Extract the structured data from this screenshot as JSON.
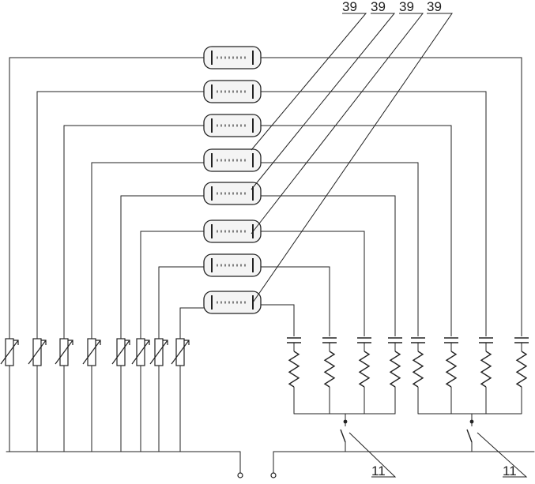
{
  "callouts": {
    "tube_labels": [
      "39",
      "39",
      "39",
      "39"
    ],
    "switch_labels": [
      "11",
      "11"
    ]
  },
  "components": {
    "tube_count": 8,
    "variable_resistor_count": 8,
    "capacitor_count": 8,
    "inductor_count": 8,
    "switch_count": 2,
    "terminal_count": 2
  },
  "colors": {
    "ink": "#222222",
    "paper": "#ffffff",
    "tube_fill": "#f4f4f4"
  }
}
